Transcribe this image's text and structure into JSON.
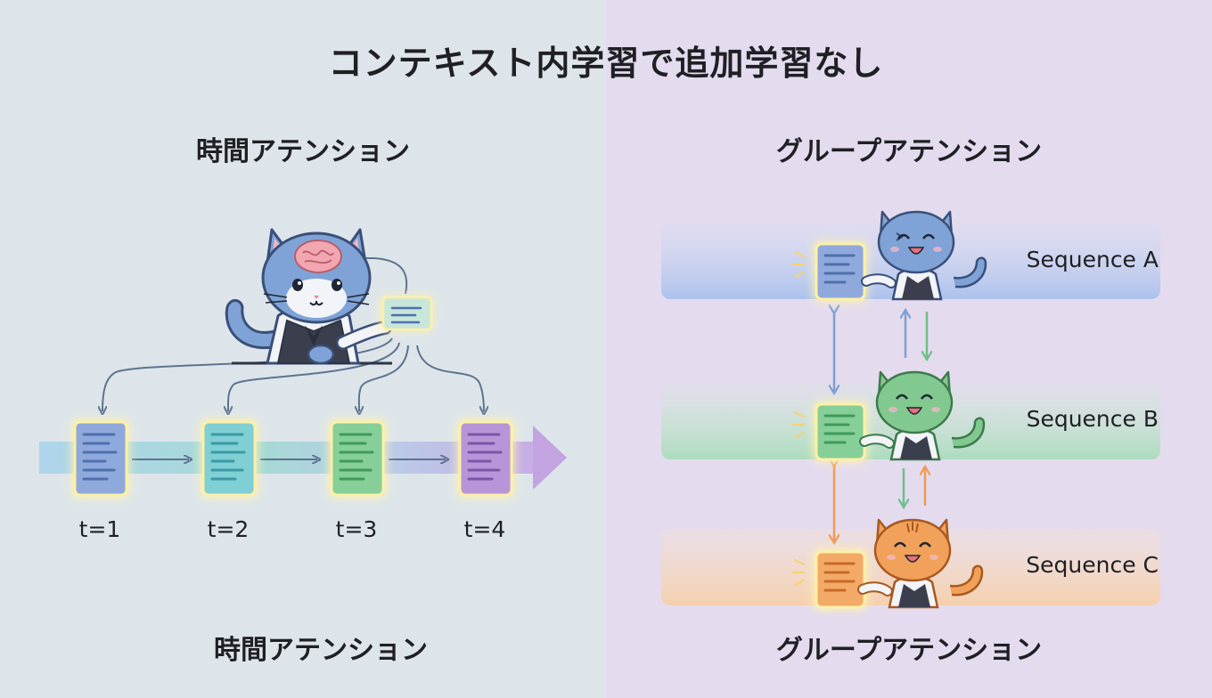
{
  "title": "コンテキスト内学習で追加学習なし",
  "left_panel": {
    "heading": "時間アテンション",
    "caption": "時間アテンション",
    "timesteps": [
      "t=1",
      "t=2",
      "t=3",
      "t=4"
    ],
    "doc_colors": [
      "#8fa9dd",
      "#7fcfd5",
      "#86cf98",
      "#b895d8"
    ]
  },
  "right_panel": {
    "heading": "グループアテンション",
    "caption": "グループアテンション",
    "sequences": [
      {
        "label": "Sequence A",
        "cat_color": "#7fa3d6",
        "doc_color": "#8fa9dd"
      },
      {
        "label": "Sequence B",
        "cat_color": "#82c98f",
        "doc_color": "#86cf98"
      },
      {
        "label": "Sequence C",
        "cat_color": "#f2a15a",
        "doc_color": "#f3a967"
      }
    ]
  },
  "colors": {
    "arrow_gray": "#5e7390",
    "arrow_blue": "#7ba0d3",
    "arrow_green": "#6dbf86",
    "arrow_orange": "#ef9b55",
    "glow": "#fff3b0"
  }
}
